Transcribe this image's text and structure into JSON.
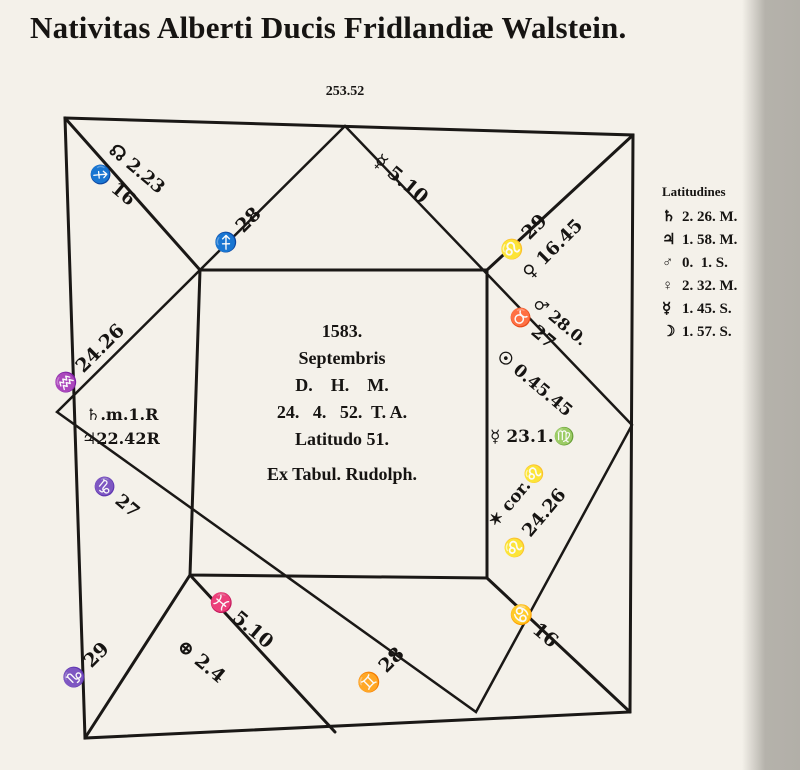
{
  "page": {
    "title": "Nativitas Alberti Ducis Fridlandiæ Walstein.",
    "top_number": "253.52"
  },
  "center": {
    "year": "1583.",
    "month": "Septembris",
    "header": "D.    H.    M.",
    "time": "24.   4.   52.  T. A.",
    "latitude": "Latitudo 51.",
    "source": "Ex Tabul. Rudolph."
  },
  "houses": {
    "h1_a": "♄.m.1.R",
    "h1_b": "♃22.42R",
    "h1_c": "♑ 27",
    "h2": "♒ 24.26",
    "h3_a": "☊ 2.23",
    "h3_b": "♐ 16",
    "h4": "♐ 28",
    "h10": "♊ 28",
    "h11_a": "♌ 29",
    "h11_b": "♀ 16.45",
    "h12": "♉ 27",
    "h7_a": "☉ 0.45.45",
    "h7_b": "☿ 23.1.♍",
    "h8_a": "✶ cor.♌",
    "h8_b": "♌ 24.26",
    "h9": "♋ 16",
    "h5": "♑ 29",
    "h6": "⊕ 2.4",
    "mc_label": "☿ 5.10",
    "ic_label": "♓ 5.10",
    "h12_b": "♂ 28.0."
  },
  "latitudes": {
    "heading": "Latitudines",
    "rows": [
      {
        "symbol": "♄",
        "value": "2. 26. M."
      },
      {
        "symbol": "♃",
        "value": "1. 58. M."
      },
      {
        "symbol": "♂",
        "value": "0.  1. S."
      },
      {
        "symbol": "♀",
        "value": "2. 32. M."
      },
      {
        "symbol": "☿",
        "value": "1. 45. S."
      },
      {
        "symbol": "☽",
        "value": "1. 57. S."
      }
    ]
  }
}
